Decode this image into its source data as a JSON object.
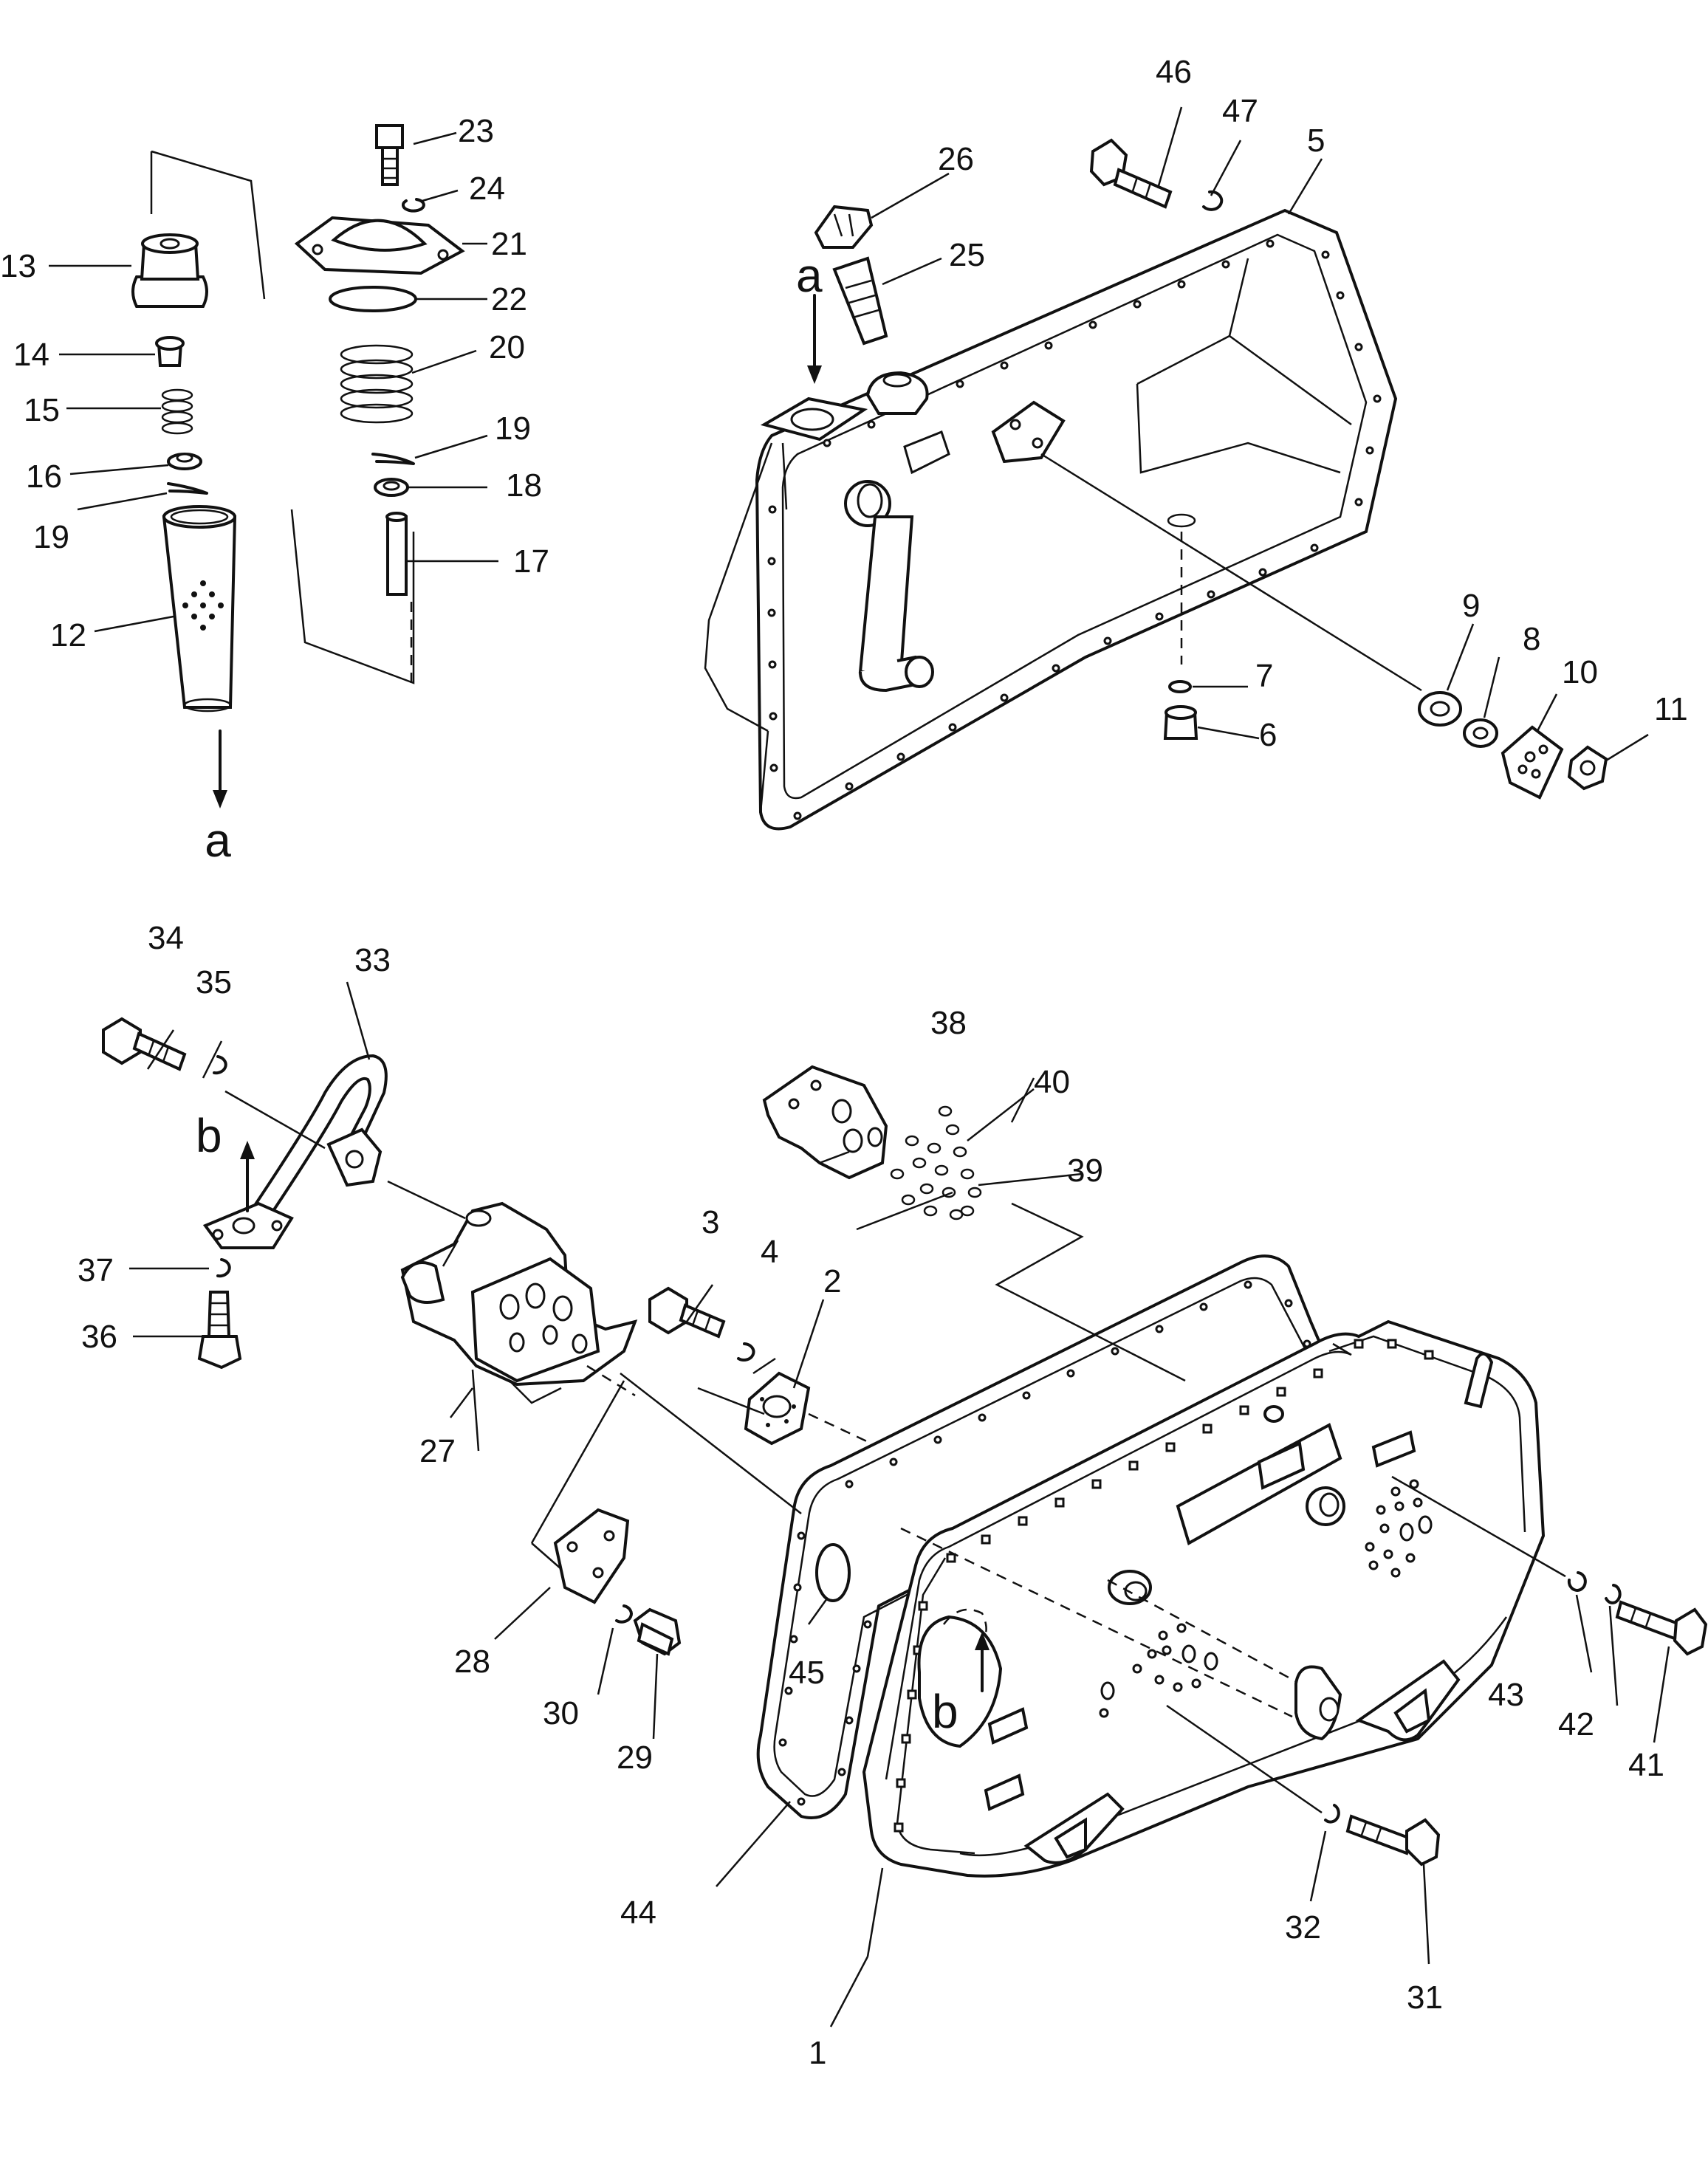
{
  "callouts": {
    "c1": "1",
    "c2": "2",
    "c3": "3",
    "c4": "4",
    "c5": "5",
    "c6": "6",
    "c7": "7",
    "c8": "8",
    "c9": "9",
    "c10": "10",
    "c11": "11",
    "c12": "12",
    "c13": "13",
    "c14": "14",
    "c15": "15",
    "c16": "16",
    "c17": "17",
    "c18": "18",
    "c19a": "19",
    "c19b": "19",
    "c20": "20",
    "c21": "21",
    "c22": "22",
    "c23": "23",
    "c24": "24",
    "c25": "25",
    "c26": "26",
    "c27": "27",
    "c28": "28",
    "c29": "29",
    "c30": "30",
    "c31": "31",
    "c32": "32",
    "c33": "33",
    "c34": "34",
    "c35": "35",
    "c36": "36",
    "c37": "37",
    "c38": "38",
    "c39": "39",
    "c40": "40",
    "c41": "41",
    "c42": "42",
    "c43": "43",
    "c44": "44",
    "c45": "45",
    "c46": "46",
    "c47": "47"
  },
  "view_markers": {
    "a_top": "a",
    "a_tank": "a",
    "b_pipe": "b",
    "b_tank": "b"
  }
}
